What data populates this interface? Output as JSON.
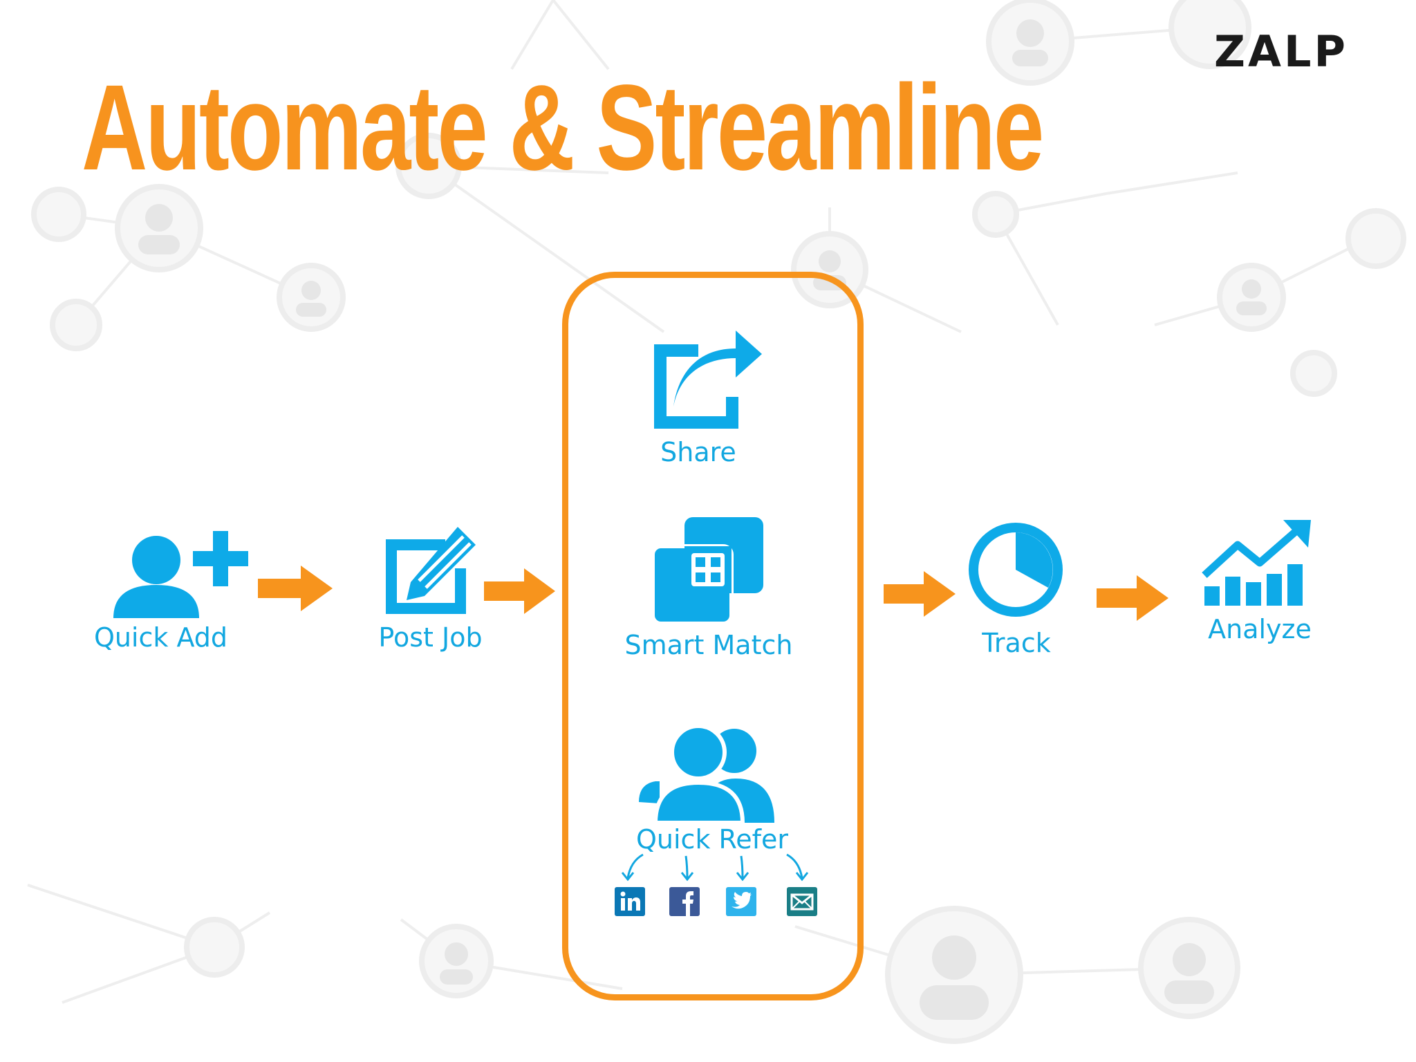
{
  "header": {
    "title": "Automate & Streamline",
    "logo_text": "ZALP"
  },
  "flow": {
    "steps": [
      {
        "label": "Quick Add",
        "icon": "add-user-icon"
      },
      {
        "label": "Post Job",
        "icon": "edit-document-icon"
      },
      {
        "label": "Share",
        "icon": "share-icon"
      },
      {
        "label": "Smart Match",
        "icon": "smart-match-icon"
      },
      {
        "label": "Quick Refer",
        "icon": "group-icon"
      },
      {
        "label": "Track",
        "icon": "clock-icon"
      },
      {
        "label": "Analyze",
        "icon": "growth-chart-icon"
      }
    ],
    "social_targets": [
      "linkedin-icon",
      "facebook-icon",
      "twitter-icon",
      "email-icon"
    ]
  },
  "colors": {
    "title_orange": "#F7931E",
    "arrow_orange": "#F7941D",
    "icon_blue": "#0EAAE8",
    "label_blue": "#12A7E0",
    "linkedin": "#0A77B5",
    "facebook": "#3B5998",
    "twitter": "#2EB3EC",
    "email": "#1A7E86",
    "background_network": "#EDEDED"
  }
}
